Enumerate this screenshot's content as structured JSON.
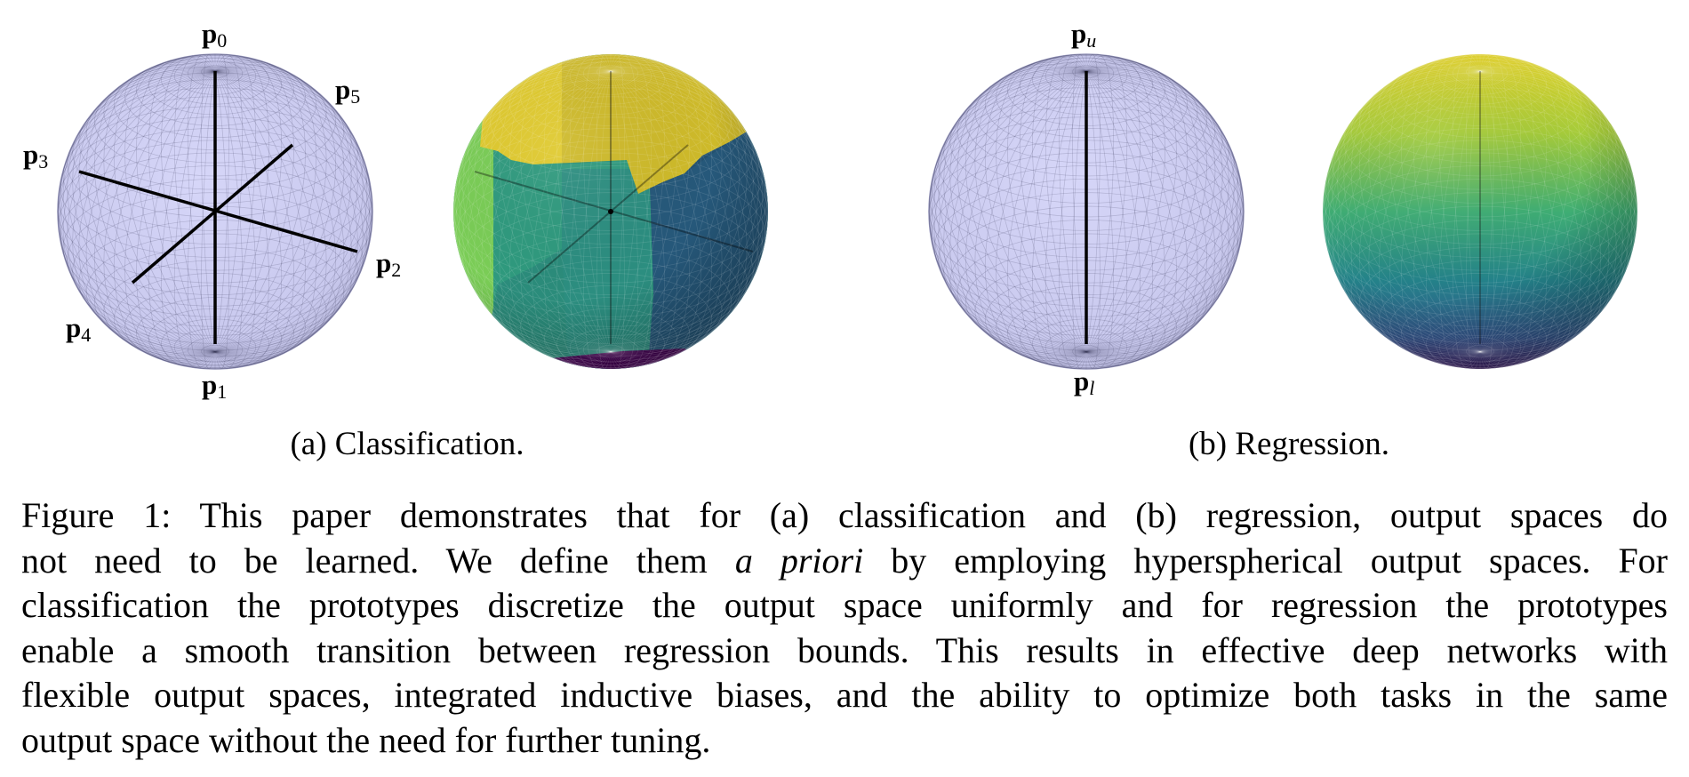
{
  "figure": {
    "panel_a": {
      "caption": "(a) Classification.",
      "labels": [
        {
          "base": "p",
          "sub": "0"
        },
        {
          "base": "p",
          "sub": "5"
        },
        {
          "base": "p",
          "sub": "3"
        },
        {
          "base": "p",
          "sub": "2"
        },
        {
          "base": "p",
          "sub": "4"
        },
        {
          "base": "p",
          "sub": "1"
        }
      ]
    },
    "panel_b": {
      "caption": "(b) Regression.",
      "labels": [
        {
          "base": "p",
          "sub": "u"
        },
        {
          "base": "p",
          "sub": "l"
        }
      ]
    },
    "colors": {
      "wire_sphere": "#cfcff2",
      "viridis_yellow": "#e3cf2c",
      "viridis_light_green": "#7ccf55",
      "viridis_teal": "#2e9a7f",
      "viridis_blue": "#26587a",
      "viridis_purple": "#440154"
    }
  },
  "caption": {
    "lines": [
      {
        "text": "Figure 1: This paper demonstrates that for (a) classification and (b) regression, output spaces do"
      },
      {
        "pre": "not need to be learned. We define them ",
        "em": "a priori",
        "post": " by employing hyperspherical output spaces. For"
      },
      {
        "text": "classification the prototypes discretize the output space uniformly and for regression the prototypes"
      },
      {
        "text": "enable a smooth transition between regression bounds. This results in effective deep networks with"
      },
      {
        "text": "flexible output spaces, integrated inductive biases, and the ability to optimize both tasks in the same"
      },
      {
        "text": "output space without the need for further tuning."
      }
    ]
  }
}
